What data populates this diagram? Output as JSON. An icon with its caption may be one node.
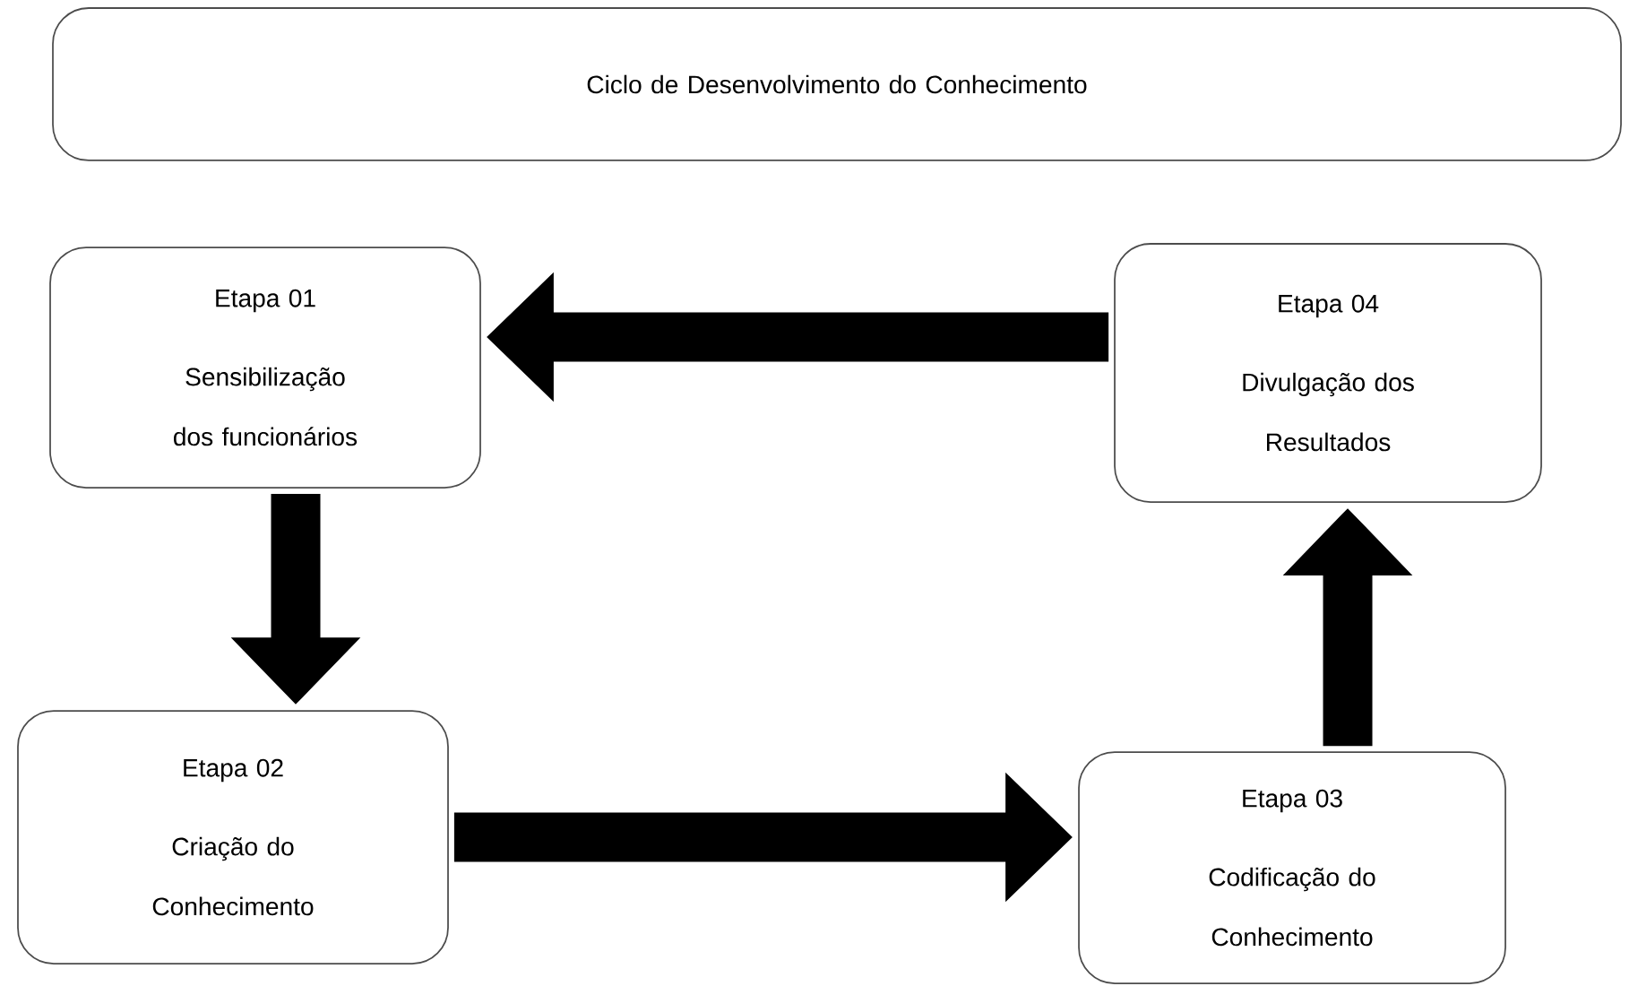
{
  "diagram": {
    "nodes": [
      {
        "text": [
          "Ciclo de Desenvolvimento do Conhecimento"
        ]
      },
      {
        "text": [
          "Etapa 01",
          "Sensibilização dos funcionários"
        ]
      },
      {
        "text": [
          "Etapa 02",
          "Criação do Conhecimento"
        ]
      },
      {
        "text": [
          "Etapa 03",
          "Codificação do Conhecimento"
        ]
      },
      {
        "text": [
          "Etapa 04",
          "Divulgação dos Resultados"
        ]
      }
    ],
    "edges": [
      {
        "from": 1,
        "to": 2,
        "arrow": "to"
      },
      {
        "from": 2,
        "to": 3,
        "arrow": "to"
      },
      {
        "from": 3,
        "to": 4,
        "arrow": "to"
      },
      {
        "from": 4,
        "to": 1,
        "arrow": "to"
      }
    ]
  }
}
